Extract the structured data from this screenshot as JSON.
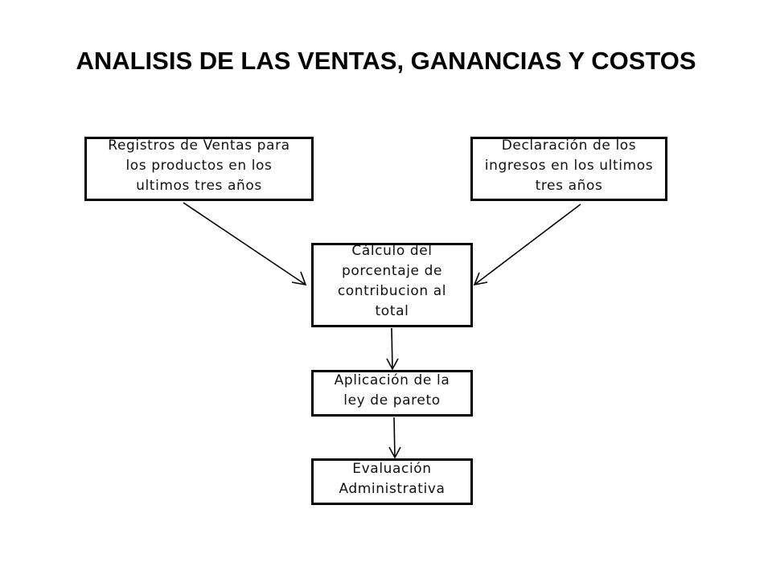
{
  "title": "ANALISIS DE LAS VENTAS, GANANCIAS Y COSTOS",
  "boxes": {
    "sales_records": "Registros  de Ventas para\nlos productos en los\nultimos tres años",
    "income_declaration": "Declaración de los\ningresos en los ultimos\ntres años",
    "contribution_calc": "Cálculo del\nporcentaje de\ncontribucion al\ntotal",
    "pareto": "Aplicación de la\nley de pareto",
    "evaluation": "Evaluación\nAdministrativa"
  }
}
